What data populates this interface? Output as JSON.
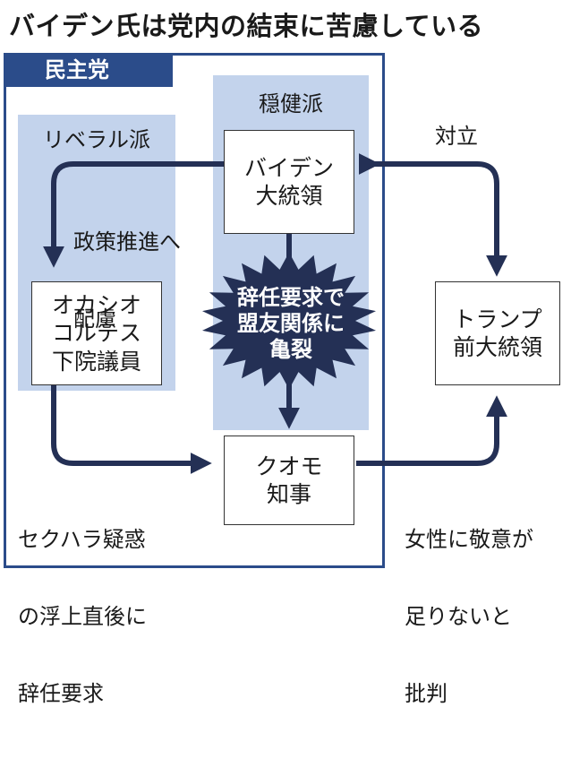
{
  "title": "バイデン氏は党内の結束に苦慮している",
  "party": {
    "label": "民主党"
  },
  "factions": {
    "liberal": "リベラル派",
    "moderate": "穏健派"
  },
  "nodes": {
    "biden": {
      "line1": "バイデン",
      "line2": "大統領"
    },
    "ocasio": {
      "line1": "オカシオ",
      "line2": "コルテス",
      "line3": "下院議員"
    },
    "cuomo": {
      "line1": "クオモ",
      "line2": "知事"
    },
    "trump": {
      "line1": "トランプ",
      "line2": "前大統領"
    }
  },
  "labels": {
    "policy": {
      "line1": "政策推進へ",
      "line2": "配慮"
    },
    "rift": {
      "line1": "辞任要求で",
      "line2": "盟友関係に",
      "line3": "亀裂"
    },
    "conflict": "対立",
    "harass": {
      "line1": "セクハラ疑惑",
      "line2": "の浮上直後に",
      "line3": "辞任要求"
    },
    "disrespect": {
      "line1": "女性に敬意が",
      "line2": "足りないと",
      "line3": "批判"
    }
  },
  "colors": {
    "party_blue": "#2b4c8a",
    "panel_fill": "#c3d3ec",
    "arrow_navy": "#243055",
    "burst_fill": "#243055"
  }
}
